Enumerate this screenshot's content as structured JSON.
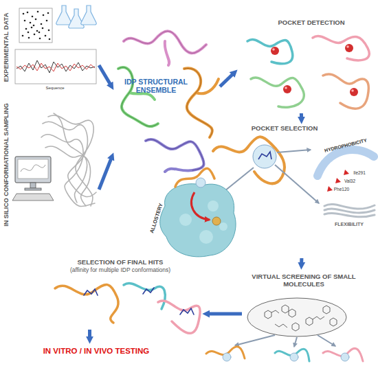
{
  "diagram": {
    "nodes": [
      {
        "text": [
          "EXPERIMENTAL DATA"
        ]
      },
      {
        "text": [
          "IN SILICO CONFORMATIONAL SAMPLING"
        ]
      },
      {
        "text": [
          "IDP STRUCTURAL ENSEMBLE"
        ]
      },
      {
        "text": [
          "POCKET DETECTION"
        ]
      },
      {
        "text": [
          "POCKET SELECTION"
        ]
      },
      {
        "text": [
          "VIRTUAL SCREENING OF SMALL MOLECULES"
        ]
      },
      {
        "text": [
          "SELECTION OF FINAL HITS",
          "(affinity for multiple IDP conformations)"
        ]
      },
      {
        "text": [
          "IN VITRO / IN VIVO TESTING"
        ]
      }
    ],
    "edges": [
      {
        "from": 0,
        "to": 2,
        "arrow": "to"
      },
      {
        "from": 1,
        "to": 2,
        "arrow": "to"
      },
      {
        "from": 2,
        "to": 3,
        "arrow": "to"
      },
      {
        "from": 3,
        "to": 4,
        "arrow": "to"
      },
      {
        "from": 4,
        "to": 5,
        "arrow": "to"
      },
      {
        "from": 5,
        "to": 6,
        "arrow": "to"
      },
      {
        "from": 6,
        "to": 7,
        "arrow": "to"
      }
    ],
    "labels": [
      "Sequence",
      "ALLOSTERY",
      "HYDROPHOBICITY",
      "Ile291",
      "Val32",
      "Phe120",
      "FLEXIBILITY"
    ]
  }
}
